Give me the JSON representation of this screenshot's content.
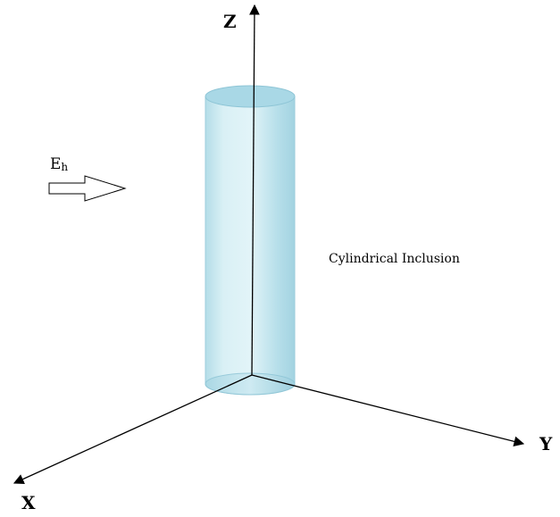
{
  "labels": {
    "z_axis": "Z",
    "y_axis": "Y",
    "x_axis": "X",
    "field": "E",
    "field_subscript": "h",
    "inclusion": "Cylindrical Inclusion"
  },
  "colors": {
    "cylinder_fill": "#c9e8f0",
    "cylinder_edge": "#8ec5d6",
    "cylinder_top": "#a9d8e6",
    "axis": "#000000"
  }
}
